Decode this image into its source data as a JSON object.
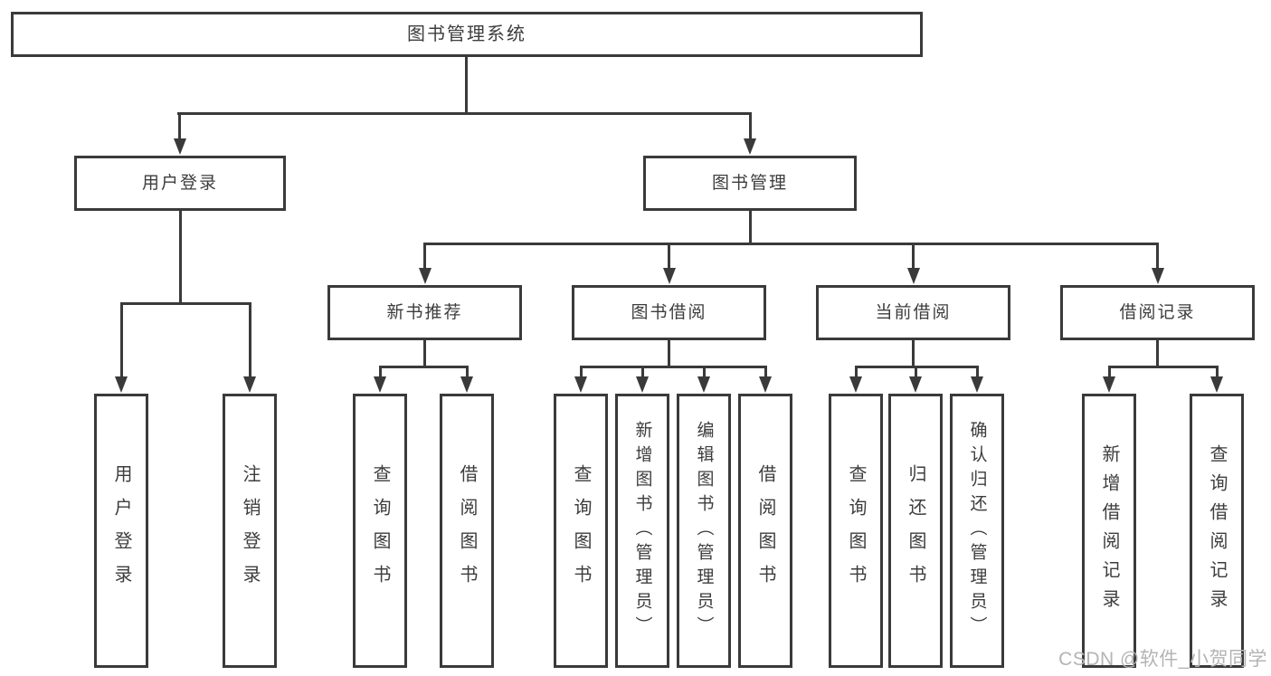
{
  "diagram": {
    "root": {
      "label": "图书管理系统"
    },
    "user_login": {
      "label": "用户登录",
      "children": [
        {
          "label": "用户登录"
        },
        {
          "label": "注销登录"
        }
      ]
    },
    "book_management": {
      "label": "图书管理",
      "sections": [
        {
          "label": "新书推荐",
          "children": [
            {
              "label": "查询图书"
            },
            {
              "label": "借阅图书"
            }
          ]
        },
        {
          "label": "图书借阅",
          "children": [
            {
              "label": "查询图书"
            },
            {
              "label": "新增图书（管理员）"
            },
            {
              "label": "编辑图书（管理员）"
            },
            {
              "label": "借阅图书"
            }
          ]
        },
        {
          "label": "当前借阅",
          "children": [
            {
              "label": "查询图书"
            },
            {
              "label": "归还图书"
            },
            {
              "label": "确认归还（管理员）"
            }
          ]
        },
        {
          "label": "借阅记录",
          "children": [
            {
              "label": "新增借阅记录"
            },
            {
              "label": "查询借阅记录"
            }
          ]
        }
      ]
    }
  },
  "watermark": {
    "text": "CSDN @软件_小贺同学"
  },
  "colors": {
    "line": "#3a3a3a",
    "text": "#3d3d3d",
    "watermark": "#b4b4b4",
    "background": "#ffffff"
  }
}
